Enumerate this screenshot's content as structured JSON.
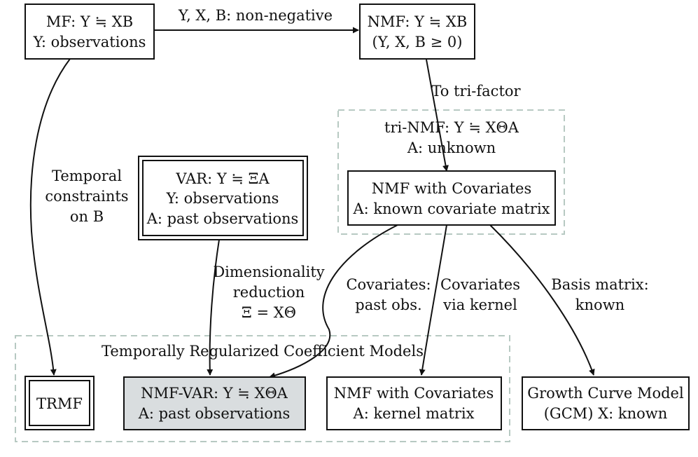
{
  "clusters": {
    "trinmf": {
      "label_line1": "tri-NMF: Y ≒ XΘA",
      "label_line2": "A: unknown"
    },
    "trcm": {
      "label": "Temporally Regularized Coefficient Models"
    }
  },
  "nodes": {
    "mf": {
      "line1": "MF: Y ≒ XB",
      "line2": "Y: observations"
    },
    "nmf": {
      "line1": "NMF: Y ≒ XB",
      "line2": "(Y, X, B ≥ 0)"
    },
    "var": {
      "line1": "VAR: Y ≒  ΞA",
      "line2": "Y: observations",
      "line3": "A: past observations"
    },
    "nmfcov": {
      "line1": "NMF with Covariates",
      "line2": "A: known covariate matrix"
    },
    "trmf": {
      "line1": "TRMF"
    },
    "nmfvar": {
      "line1": "NMF-VAR: Y ≒ XΘA",
      "line2": "A: past observations"
    },
    "nmfkernel": {
      "line1": "NMF with Covariates",
      "line2": "A: kernel matrix"
    },
    "gcm": {
      "line1": "Growth Curve Model",
      "line2": "(GCM) X: known"
    }
  },
  "edges": {
    "mf_nmf": {
      "line1": "Y, X, B: non-negative"
    },
    "nmf_nmfcov": {
      "line1": "To tri-factor"
    },
    "mf_trmf": {
      "line1": "Temporal",
      "line2": "constraints",
      "line3": "on B"
    },
    "var_nmfvar": {
      "line1": "Dimensionality",
      "line2": "reduction",
      "line3": "Ξ = XΘ"
    },
    "nmfcov_nmfvar": {
      "line1": "Covariates:",
      "line2": "past obs."
    },
    "nmfcov_kernel": {
      "line1": "Covariates",
      "line2": "via kernel"
    },
    "nmfcov_gcm": {
      "line1": "Basis matrix:",
      "line2": "known"
    }
  }
}
